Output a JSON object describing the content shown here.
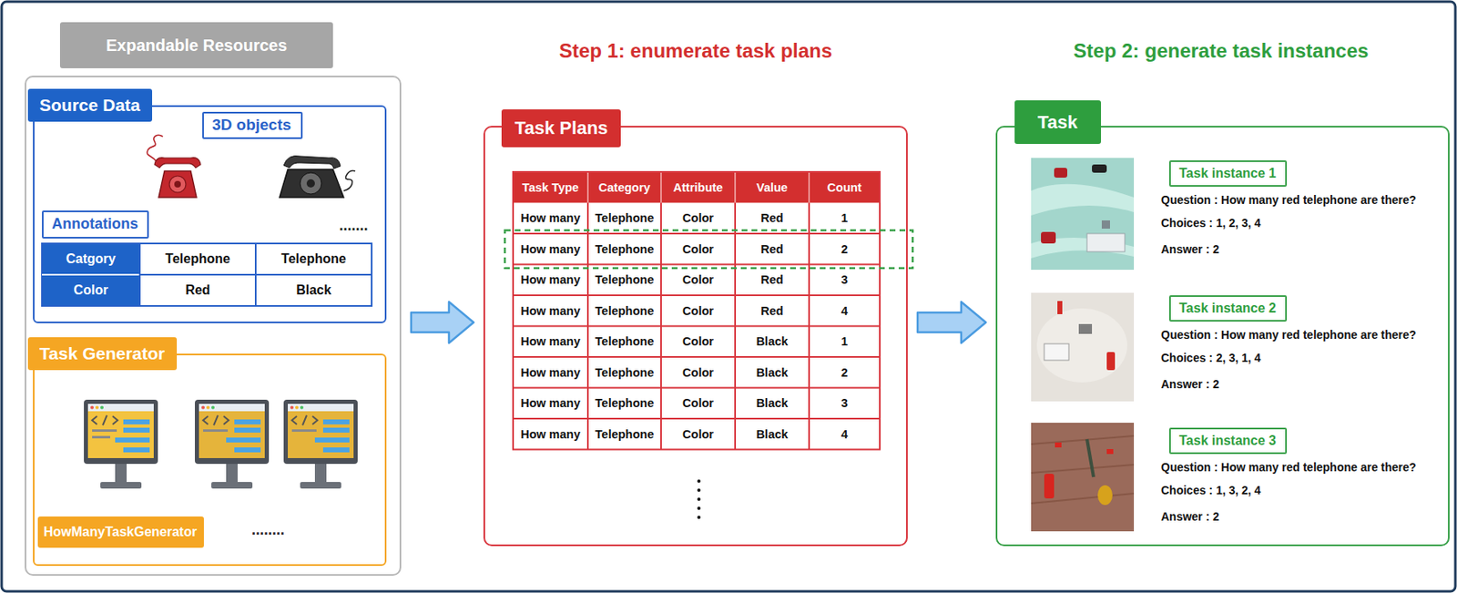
{
  "diagram": {
    "nodes": [
      {
        "text": [
          "Expandable Resources"
        ]
      },
      {
        "text": [
          "Source Data"
        ],
        "in": 0
      },
      {
        "text": [
          "3D objects"
        ],
        "in": 1
      },
      {
        "text": [
          "Annotations"
        ],
        "in": 1
      },
      {
        "text": [
          "Task Generator"
        ],
        "in": 0
      },
      {
        "text": [
          "HowManyTaskGenerator"
        ],
        "in": 4
      },
      {
        "text": [
          "Task Plans"
        ]
      },
      {
        "text": [
          "Task"
        ]
      },
      {
        "text": [
          "Task instance 1"
        ],
        "in": 7
      },
      {
        "text": [
          "Task instance 2"
        ],
        "in": 7
      },
      {
        "text": [
          "Task instance 3"
        ],
        "in": 7
      }
    ],
    "edges": [
      {
        "from": 0,
        "to": 6,
        "arrow": "to"
      },
      {
        "from": 6,
        "to": 7,
        "arrow": "to"
      }
    ],
    "labels": [
      "Step 1: enumerate task plans",
      "Step 2: generate task instances",
      ".......",
      "Catgory",
      "Telephone",
      "Telephone",
      "Color",
      "Red",
      "Black",
      "........",
      "Task Type",
      "Category",
      "Attribute",
      "Value",
      "Count",
      "How many",
      "Telephone",
      "Color",
      "Red",
      "1",
      "How many",
      "Telephone",
      "Color",
      "Red",
      "2",
      "How many",
      "Telephone",
      "Color",
      "Red",
      "3",
      "How many",
      "Telephone",
      "Color",
      "Red",
      "4",
      "How many",
      "Telephone",
      "Color",
      "Black",
      "1",
      "How many",
      "Telephone",
      "Color",
      "Black",
      "2",
      "How many",
      "Telephone",
      "Color",
      "Black",
      "3",
      "How many",
      "Telephone",
      "Color",
      "Black",
      "4",
      "Question : How many red telephone are there?",
      "Choices : 1, 2, 3, 4",
      "Answer : 2",
      "Question : How many red telephone are there?",
      "Choices : 2, 3, 1, 4",
      "Answer : 2",
      "Question : How many red telephone are there?",
      "Choices : 1, 3, 2, 4",
      "Answer : 2"
    ]
  }
}
